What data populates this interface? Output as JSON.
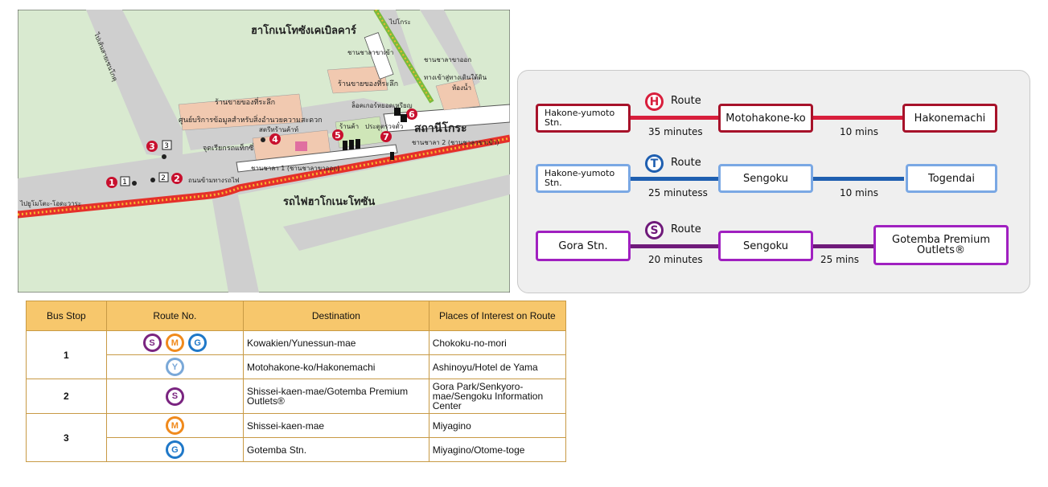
{
  "map": {
    "labels": {
      "hotel": "ฮาโกเนโทซังเคเบิลคาร์",
      "to_gora": "ไปโกระ",
      "to_sengoku_kojiri": "ไปเส้นสายเซนโกคุ",
      "to_miyanoshita": "ไปยูโมโตะ-โอดะวาระ",
      "shopping_1": "ร้านขายของที่ระลึก",
      "shopping_2": "ร้านขายของที่ระลึก",
      "info_center": "ศูนย์บริการข้อมูลสำหรับสิ่งอำนวยความสะดวก",
      "station_name": "สถานีโกระ",
      "platform_1": "ชานชาลา 1 (ชานชาลาขาออก)",
      "platform_2": "ชานชาลา 2 (ชานชาลาขาเข้า)",
      "platform_in": "ชานชาลาขาเข้า",
      "platform_out": "ชานชาลาขาออก",
      "taxi": "จุดเรียกรถแท็กซี่",
      "toilet": "ห้องน้ำ",
      "locker": "ล็อคเกอร์หยอดเหรียญ",
      "shop_food": "ร้านค้า",
      "ticket_gate": "ประตูตรวจตั๋ว",
      "crossing": "ถนนข้ามทางรถไฟ",
      "railway": "รถไฟฮาโกเนะโทซัน",
      "convenience": "สตรีทร้านค้าท์",
      "exit_underground": "ทางเข้าสู่ทางเดินใต้ดิน"
    },
    "markers": [
      "1",
      "2",
      "3",
      "4",
      "5",
      "6",
      "7"
    ],
    "bus_signs": [
      "1",
      "2",
      "3"
    ]
  },
  "routes": [
    {
      "letter": "H",
      "label": "Route",
      "color": "#d81e3c",
      "stops": [
        "Hakone-yumoto Stn.",
        "Motohakone-ko",
        "Hakonemachi"
      ],
      "durations": [
        "35 minutes",
        "10 mins"
      ]
    },
    {
      "letter": "T",
      "label": "Route",
      "color": "#1f5fb0",
      "box_color": "#7aa8e4",
      "stops": [
        "Hakone-yumoto Stn.",
        "Sengoku",
        "Togendai"
      ],
      "durations": [
        "25 minutess",
        "10 mins"
      ]
    },
    {
      "letter": "S",
      "label": "Route",
      "color": "#6f1a7a",
      "box_color": "#a020c0",
      "stops": [
        "Gora Stn.",
        "Sengoku",
        "Gotemba Premium Outlets®"
      ],
      "durations": [
        "20 minutes",
        "25 mins"
      ]
    }
  ],
  "table": {
    "headers": [
      "Bus Stop",
      "Route No.",
      "Destination",
      "Places of Interest on Route"
    ],
    "rows": [
      {
        "stop": "1",
        "icons": [
          {
            "l": "S",
            "c": "#7a2480"
          },
          {
            "l": "M",
            "c": "#f08a1c"
          },
          {
            "l": "G",
            "c": "#1f78c8"
          }
        ],
        "destination": "Kowakien/Yunessun-mae",
        "places": "Chokoku-no-mori"
      },
      {
        "stop": "",
        "icons": [
          {
            "l": "Y",
            "c": "#7aa8d8"
          }
        ],
        "destination": "Motohakone-ko/Hakonemachi",
        "places": "Ashinoyu/Hotel de Yama"
      },
      {
        "stop": "2",
        "icons": [
          {
            "l": "S",
            "c": "#7a2480"
          }
        ],
        "destination": "Shissei-kaen-mae/Gotemba Premium Outlets®",
        "places": "Gora Park/Senkyoro-mae/Sengoku Information Center"
      },
      {
        "stop": "3",
        "icons": [
          {
            "l": "M",
            "c": "#f08a1c"
          }
        ],
        "destination": "Shissei-kaen-mae",
        "places": "Miyagino"
      },
      {
        "stop": "",
        "icons": [
          {
            "l": "G",
            "c": "#1f78c8"
          }
        ],
        "destination": "Gotemba Stn.",
        "places": "Miyagino/Otome-toge"
      }
    ]
  }
}
